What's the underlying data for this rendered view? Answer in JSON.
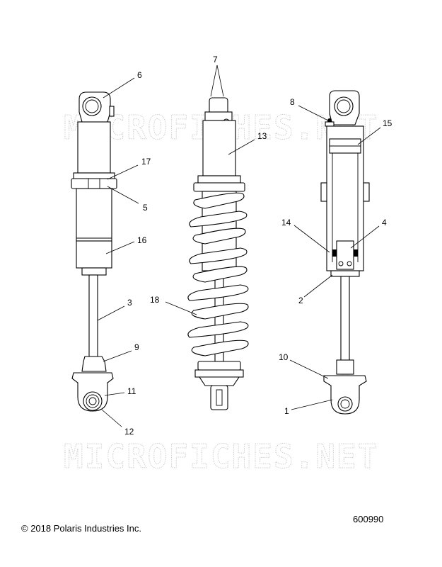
{
  "watermark": "MICROFICHES.NET",
  "footer": {
    "copyright": "© 2018 Polaris Industries Inc.",
    "part_number": "600990"
  },
  "callouts": {
    "c1": "1",
    "c2": "2",
    "c3": "3",
    "c4": "4",
    "c5": "5",
    "c6": "6",
    "c7": "7",
    "c8": "8",
    "c9": "9",
    "c10": "10",
    "c11": "11",
    "c12": "12",
    "c13": "13",
    "c14": "14",
    "c15": "15",
    "c16": "16",
    "c17": "17",
    "c18": "18"
  }
}
